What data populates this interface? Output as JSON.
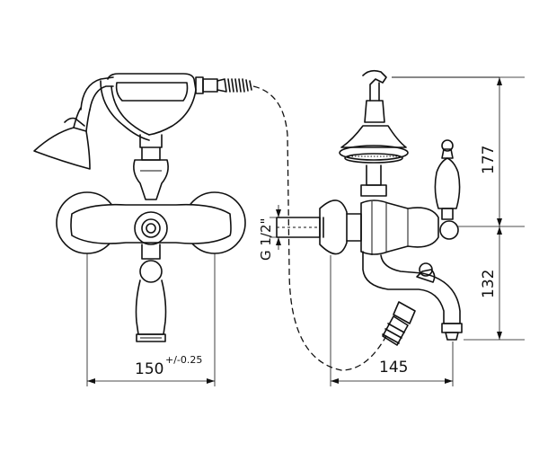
{
  "dimensions": {
    "width_front": "150",
    "tolerance": "+/-0.25",
    "depth_side": "145",
    "height_top": "177",
    "height_bottom": "132",
    "connection_thread": "G 1/2\""
  }
}
